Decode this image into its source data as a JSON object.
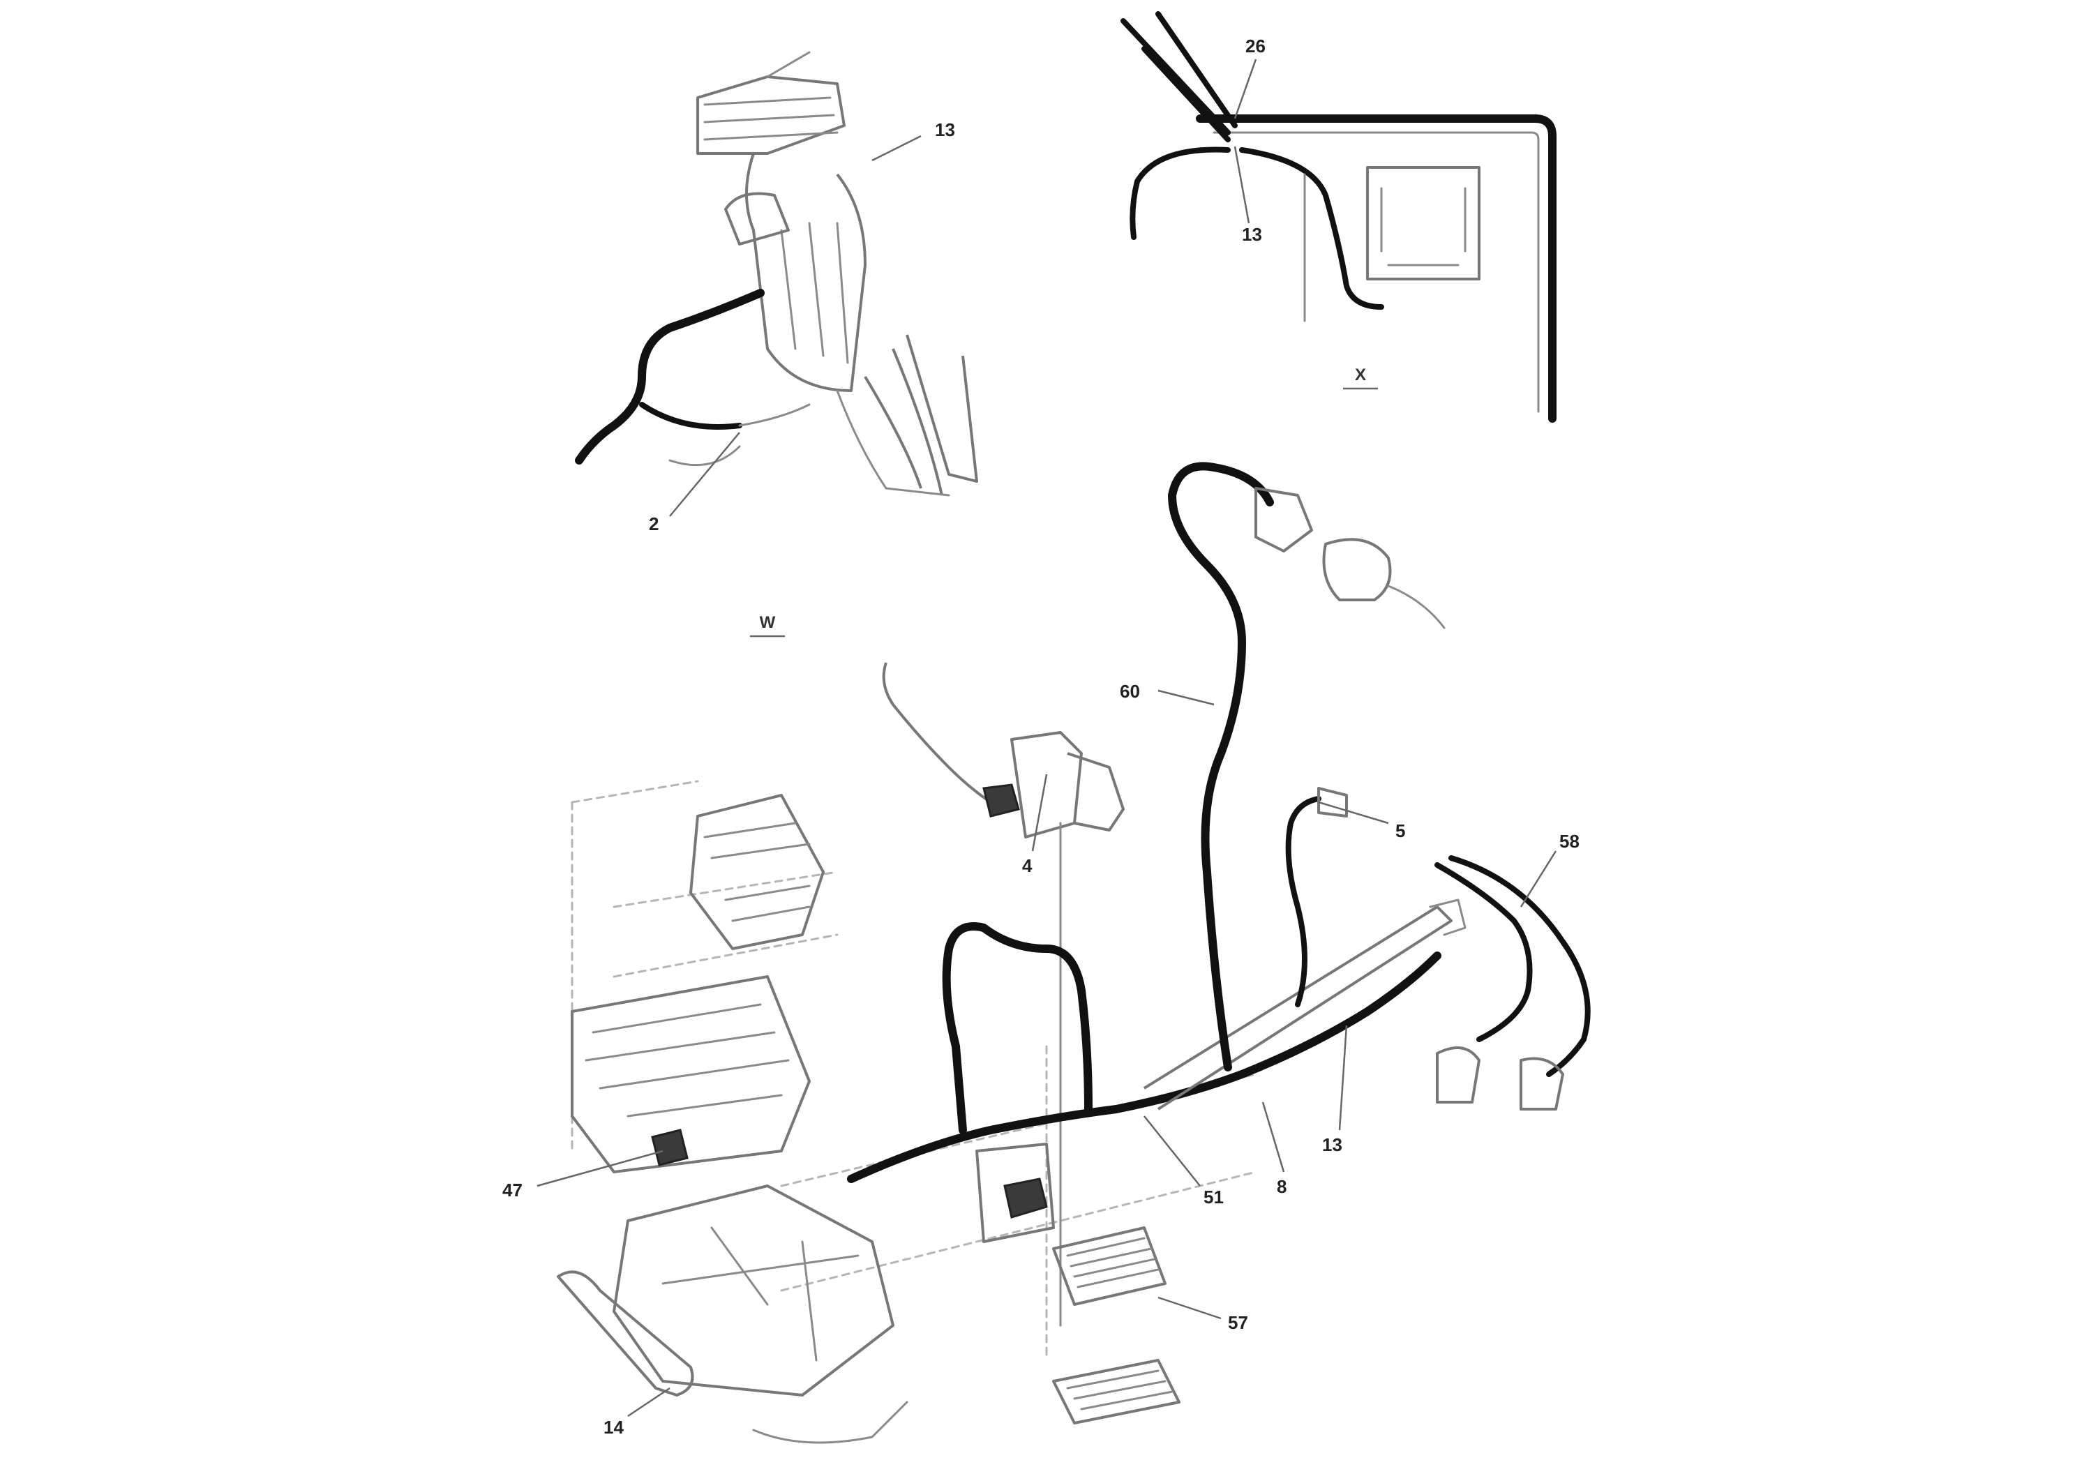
{
  "diagram": {
    "view_labels": [
      {
        "id": "view-top-left",
        "text": "W"
      },
      {
        "id": "view-top-right",
        "text": "X"
      }
    ],
    "callouts": [
      {
        "id": "c1",
        "text": "13"
      },
      {
        "id": "c2",
        "text": "2"
      },
      {
        "id": "c3",
        "text": "26"
      },
      {
        "id": "c4",
        "text": "13"
      },
      {
        "id": "c5",
        "text": "60"
      },
      {
        "id": "c6",
        "text": "5"
      },
      {
        "id": "c7",
        "text": "4"
      },
      {
        "id": "c8",
        "text": "58"
      },
      {
        "id": "c9",
        "text": "8"
      },
      {
        "id": "c10",
        "text": "13"
      },
      {
        "id": "c11",
        "text": "47"
      },
      {
        "id": "c12",
        "text": "51"
      },
      {
        "id": "c13",
        "text": "57"
      },
      {
        "id": "c14",
        "text": "14"
      }
    ]
  }
}
